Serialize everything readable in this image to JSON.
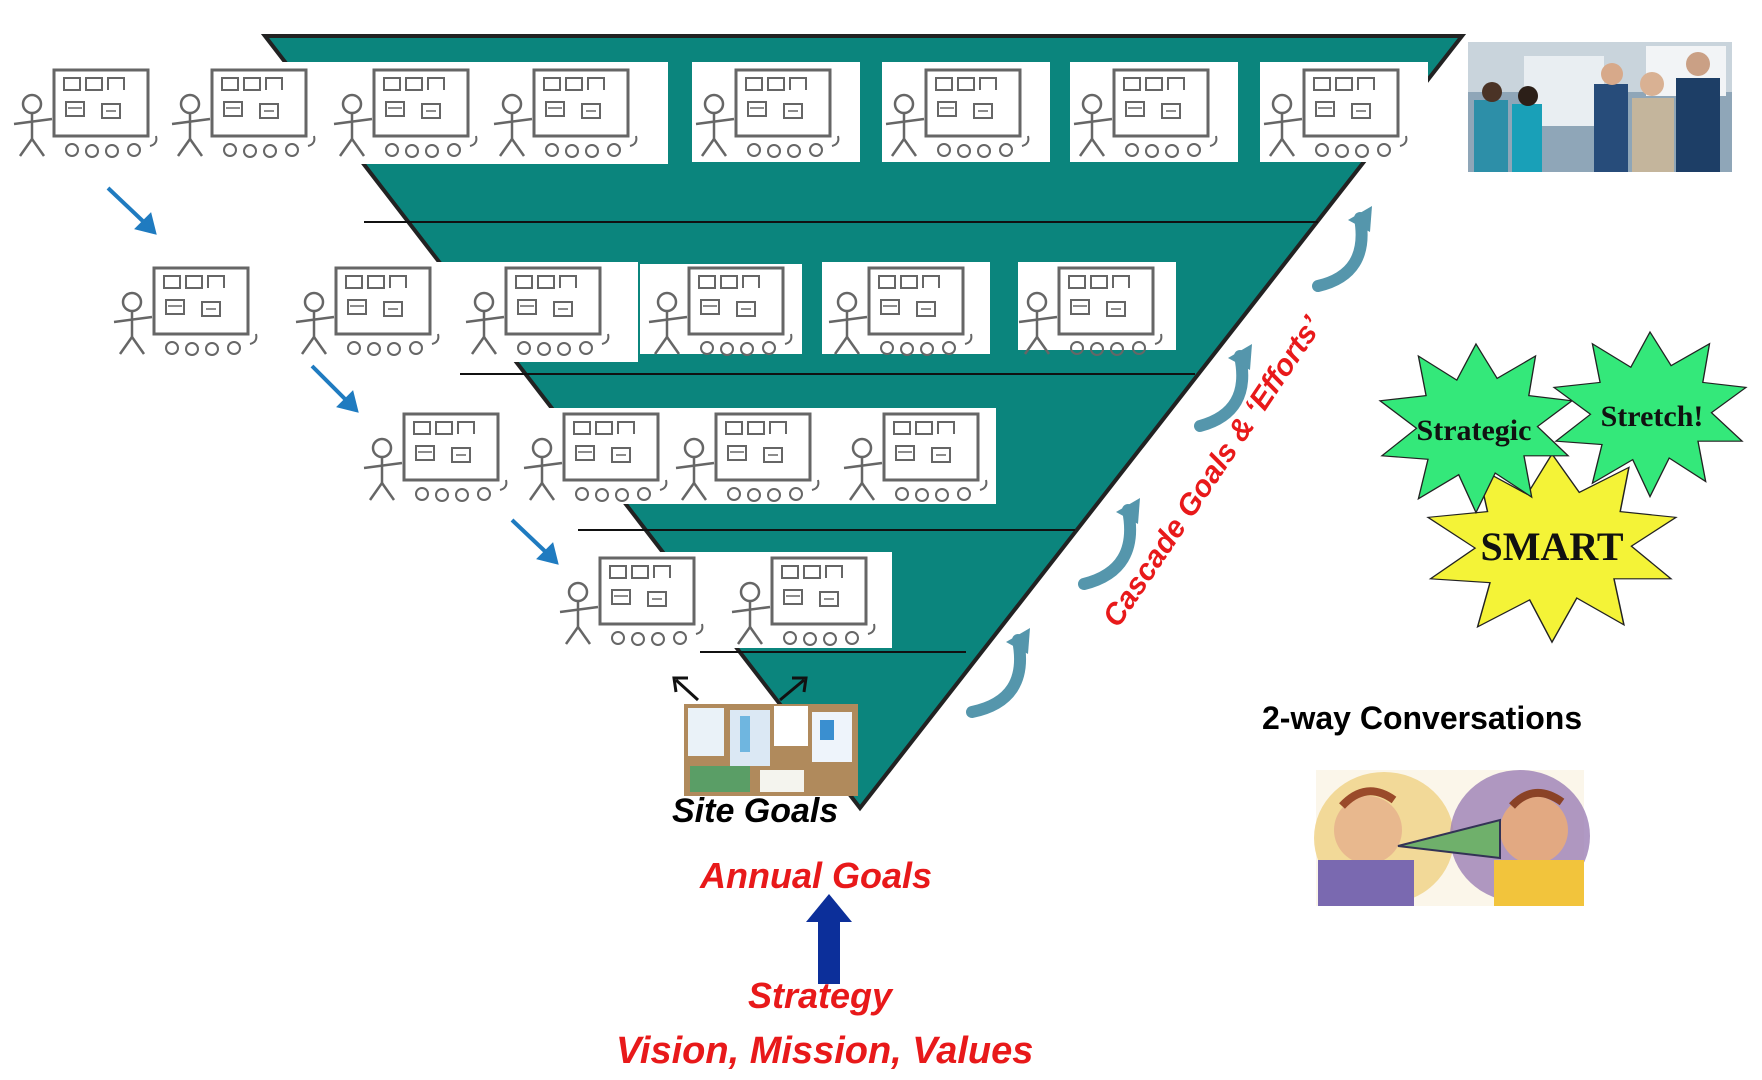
{
  "labels": {
    "site_goals": "Site Goals",
    "annual_goals": "Annual Goals",
    "strategy": "Strategy",
    "vision_mission_values": "Vision, Mission, Values",
    "cascade": "Cascade Goals & ‘Efforts’",
    "two_way": "2-way Conversations"
  },
  "starbursts": {
    "strategic": "Strategic",
    "stretch": "Stretch!",
    "smart": "SMART"
  },
  "colors": {
    "pyramid": "#0b857d",
    "cascade_arrows": "#5596ac",
    "flow_arrows": "#1f7bc0",
    "up_arrow": "#0c2f9a",
    "label_red": "#e8191a",
    "star_green": "#34e87a",
    "star_yellow": "#f4f337"
  },
  "icons": [
    "team-huddle-icon",
    "team-board-icon",
    "flow-arrow-icon",
    "cascade-arrow-icon",
    "up-arrow-icon",
    "conversation-icon",
    "meeting-photo-icon",
    "bulletin-board-icon",
    "starburst-icon"
  ]
}
